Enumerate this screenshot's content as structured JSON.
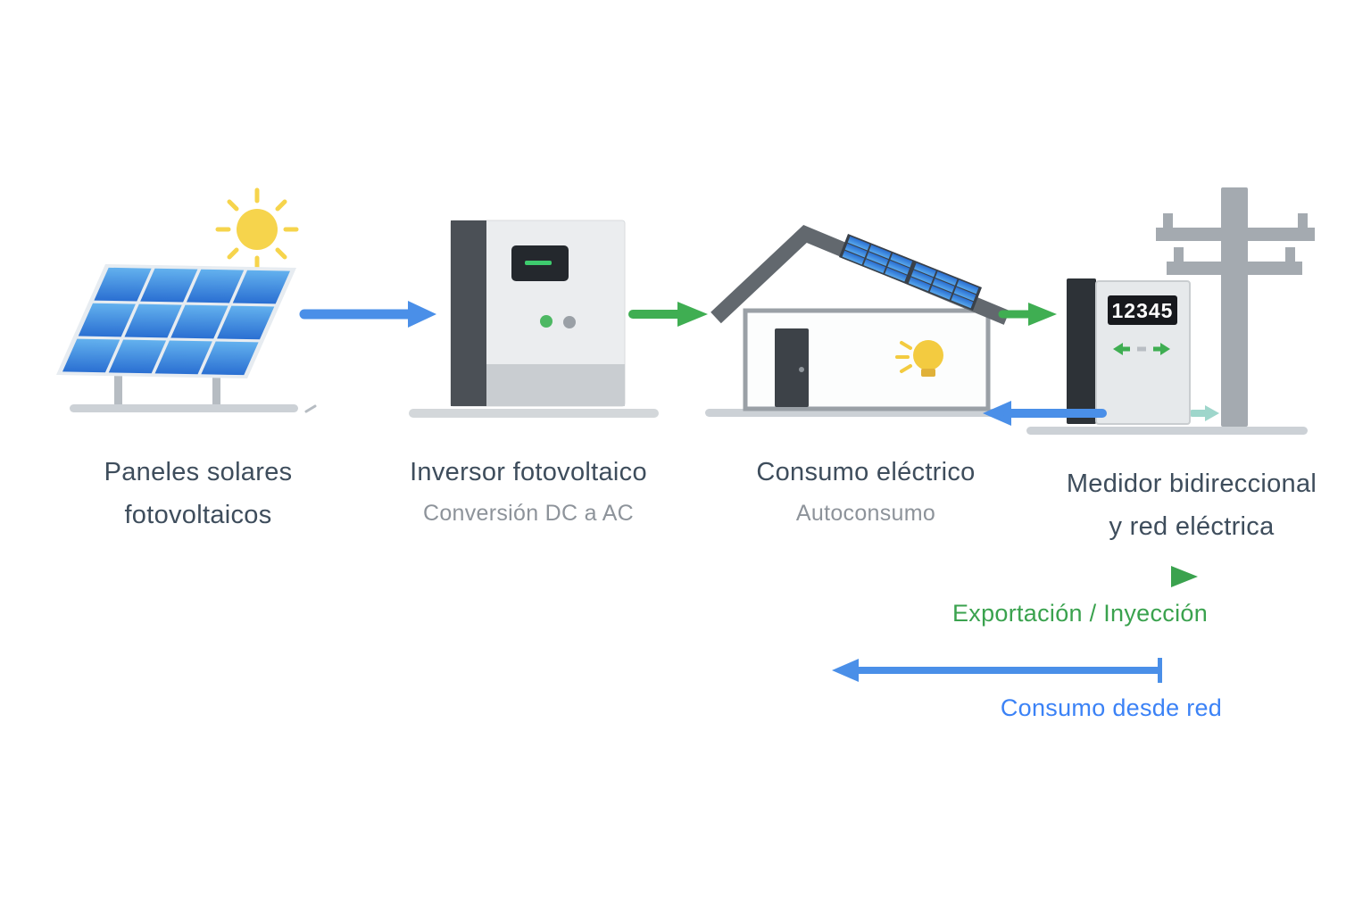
{
  "colors": {
    "accent_green": "#3aa24e",
    "accent_blue": "#4a8fe8",
    "label_dark": "#3e4d5c",
    "label_gray": "#8d939a",
    "panel_blue": "#3d8fe0",
    "sun_yellow": "#f6d44c"
  },
  "icons": {
    "sun": "sun-icon",
    "solar_panel": "solar-panel-icon",
    "inverter": "inverter-icon",
    "house": "house-icon",
    "roof_solar_panel": "roof-solar-panel-icon",
    "lightbulb": "lightbulb-icon",
    "meter": "meter-icon",
    "utility_pole": "utility-pole-icon",
    "bidirectional_arrows": "bidirectional-arrows-icon",
    "flow_arrow_right": "arrow-right-icon",
    "flow_arrow_left": "arrow-left-icon"
  },
  "stages": {
    "panels": {
      "title_line1": "Paneles solares",
      "title_line2": "fotovoltaicos"
    },
    "inverter": {
      "title": "Inversor fotovoltaico",
      "subtitle": "Conversión DC a AC"
    },
    "consumption": {
      "title": "Consumo eléctrico",
      "subtitle": "Autoconsumo"
    },
    "meter": {
      "title_line1": "Medidor bidireccional",
      "title_line2": "y red eléctrica"
    }
  },
  "meter": {
    "display_value": "12345"
  },
  "flows": {
    "export": {
      "label": "Exportación / Inyección"
    },
    "import": {
      "label": "Consumo desde red"
    }
  }
}
